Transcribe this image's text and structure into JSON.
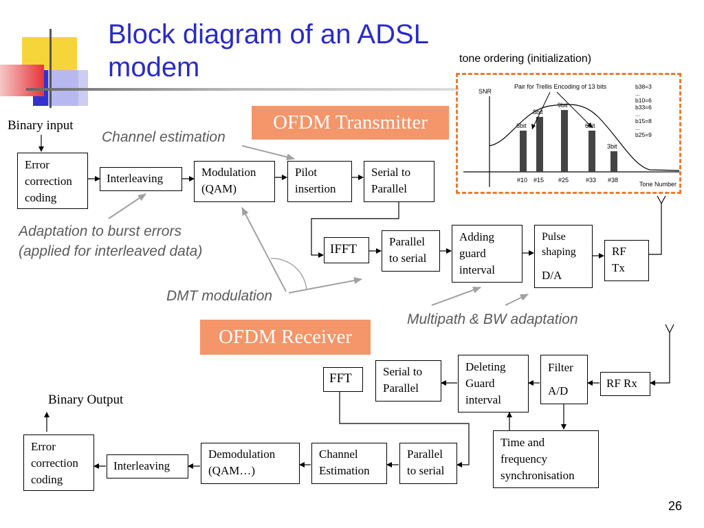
{
  "title": "Block diagram of an ADSL modem",
  "page_number": "26",
  "tone_ordering": {
    "caption": "tone ordering (initialization)",
    "chart_data": {
      "type": "bar",
      "title": "Pair for Trellis Encoding of 13 bits",
      "ylabel": "SNR",
      "xlabel": "Tone Number",
      "categories": [
        "#10",
        "#15",
        "#25",
        "#33",
        "#38"
      ],
      "values": [
        6,
        8,
        9,
        6,
        3
      ],
      "bar_labels": [
        "6bit",
        "8bit",
        "9bit",
        "6bit",
        "3bit"
      ],
      "legend": [
        "b38=3",
        "...",
        "b10=6",
        "b33=6",
        "...",
        "b15=8",
        "...",
        "b25=9"
      ]
    }
  },
  "transmitter": {
    "banner": "OFDM Transmitter",
    "binary_input": "Binary input",
    "blocks": {
      "ecc": [
        "Error",
        "correction",
        "coding"
      ],
      "interleaving": "Interleaving",
      "modulation": [
        "Modulation",
        "(QAM)"
      ],
      "pilot": [
        "Pilot",
        "insertion"
      ],
      "s2p": [
        "Serial to",
        "Parallel"
      ],
      "ifft": "IFFT",
      "p2s": [
        "Parallel",
        "to serial"
      ],
      "guard": [
        "Adding",
        "guard",
        "interval"
      ],
      "pulse": [
        "Pulse",
        "shaping"
      ],
      "pulse_da": "D/A",
      "rftx": [
        "RF",
        "Tx"
      ]
    }
  },
  "receiver": {
    "banner": "OFDM Receiver",
    "binary_output": "Binary Output",
    "blocks": {
      "fft": "FFT",
      "s2p": [
        "Serial to",
        "Parallel"
      ],
      "del_guard": [
        "Deleting",
        "Guard",
        "interval"
      ],
      "filter": "Filter",
      "filter_ad": "A/D",
      "rfrx": "RF Rx",
      "sync": [
        "Time and",
        "frequency",
        "synchronisation"
      ],
      "p2s": [
        "Parallel",
        "to serial"
      ],
      "chest": [
        "Channel",
        "Estimation"
      ],
      "demod": [
        "Demodulation",
        "(QAM…)"
      ],
      "interleaving": "Interleaving",
      "ecc": [
        "Error",
        "correction",
        "coding"
      ]
    }
  },
  "annotations": {
    "channel_estimation": "Channel estimation",
    "adaptation": [
      "Adaptation to burst errors",
      "(applied for interleaved data)"
    ],
    "dmt": "DMT modulation",
    "multipath": "Multipath & BW adaptation"
  },
  "colors": {
    "title": "#2a2ac8",
    "banner": "#f4956a",
    "dashed_frame": "#f07a2a",
    "note_text": "#5a5a5a",
    "annotation_arrow": "#a0a0a0",
    "chart_bar": "#444444"
  }
}
